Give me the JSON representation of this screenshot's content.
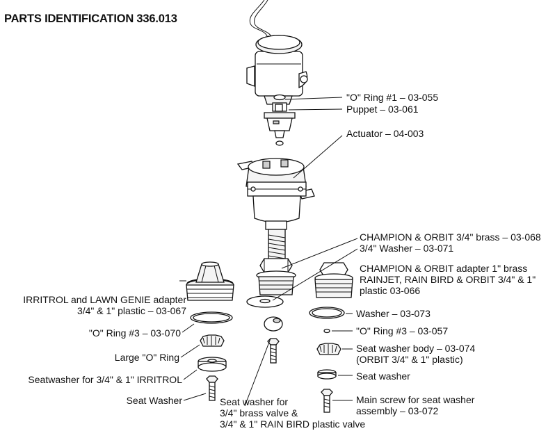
{
  "title": "PARTS IDENTIFICATION 336.013",
  "callouts": {
    "o_ring_1": "\"O\" Ring #1 – 03-055",
    "puppet": "Puppet – 03-061",
    "actuator": "Actuator – 04-003",
    "champion_orbit_brass": "CHAMPION & ORBIT 3/4\" brass – 03-068",
    "washer_071": "3/4\" Washer – 03-071",
    "champion_adapter_line1": "CHAMPION & ORBIT adapter 1\" brass",
    "champion_adapter_line2": "RAINJET, RAIN BIRD & ORBIT 3/4\" & 1\"",
    "champion_adapter_line3": "plastic 03-066",
    "irritrol_line1": "IRRITROL and LAWN GENIE  adapter",
    "irritrol_line2": "3/4\" & 1\" plastic – 03-067",
    "washer_073": "Washer – 03-073",
    "o_ring_3_070": "\"O\" Ring #3 – 03-070",
    "o_ring_3_057": "\"O\" Ring #3 – 03-057",
    "seat_body_line1": "Seat washer body – 03-074",
    "seat_body_line2": "(ORBIT 3/4\" & 1\" plastic)",
    "large_o_ring": "Large \"O\" Ring",
    "seatwasher_irritrol": "Seatwasher for 3/4\" & 1\" IRRITROL",
    "seat_washer_right": "Seat washer",
    "seat_washer_left": "Seat Washer",
    "seat_washer_for_line1": "Seat washer for",
    "seat_washer_for_line2": "3/4\" brass valve &",
    "seat_washer_for_line3": "3/4\" & 1\" RAIN BIRD plastic valve",
    "main_screw_line1": "Main screw for seat washer",
    "main_screw_line2": "assembly – 03-072"
  }
}
